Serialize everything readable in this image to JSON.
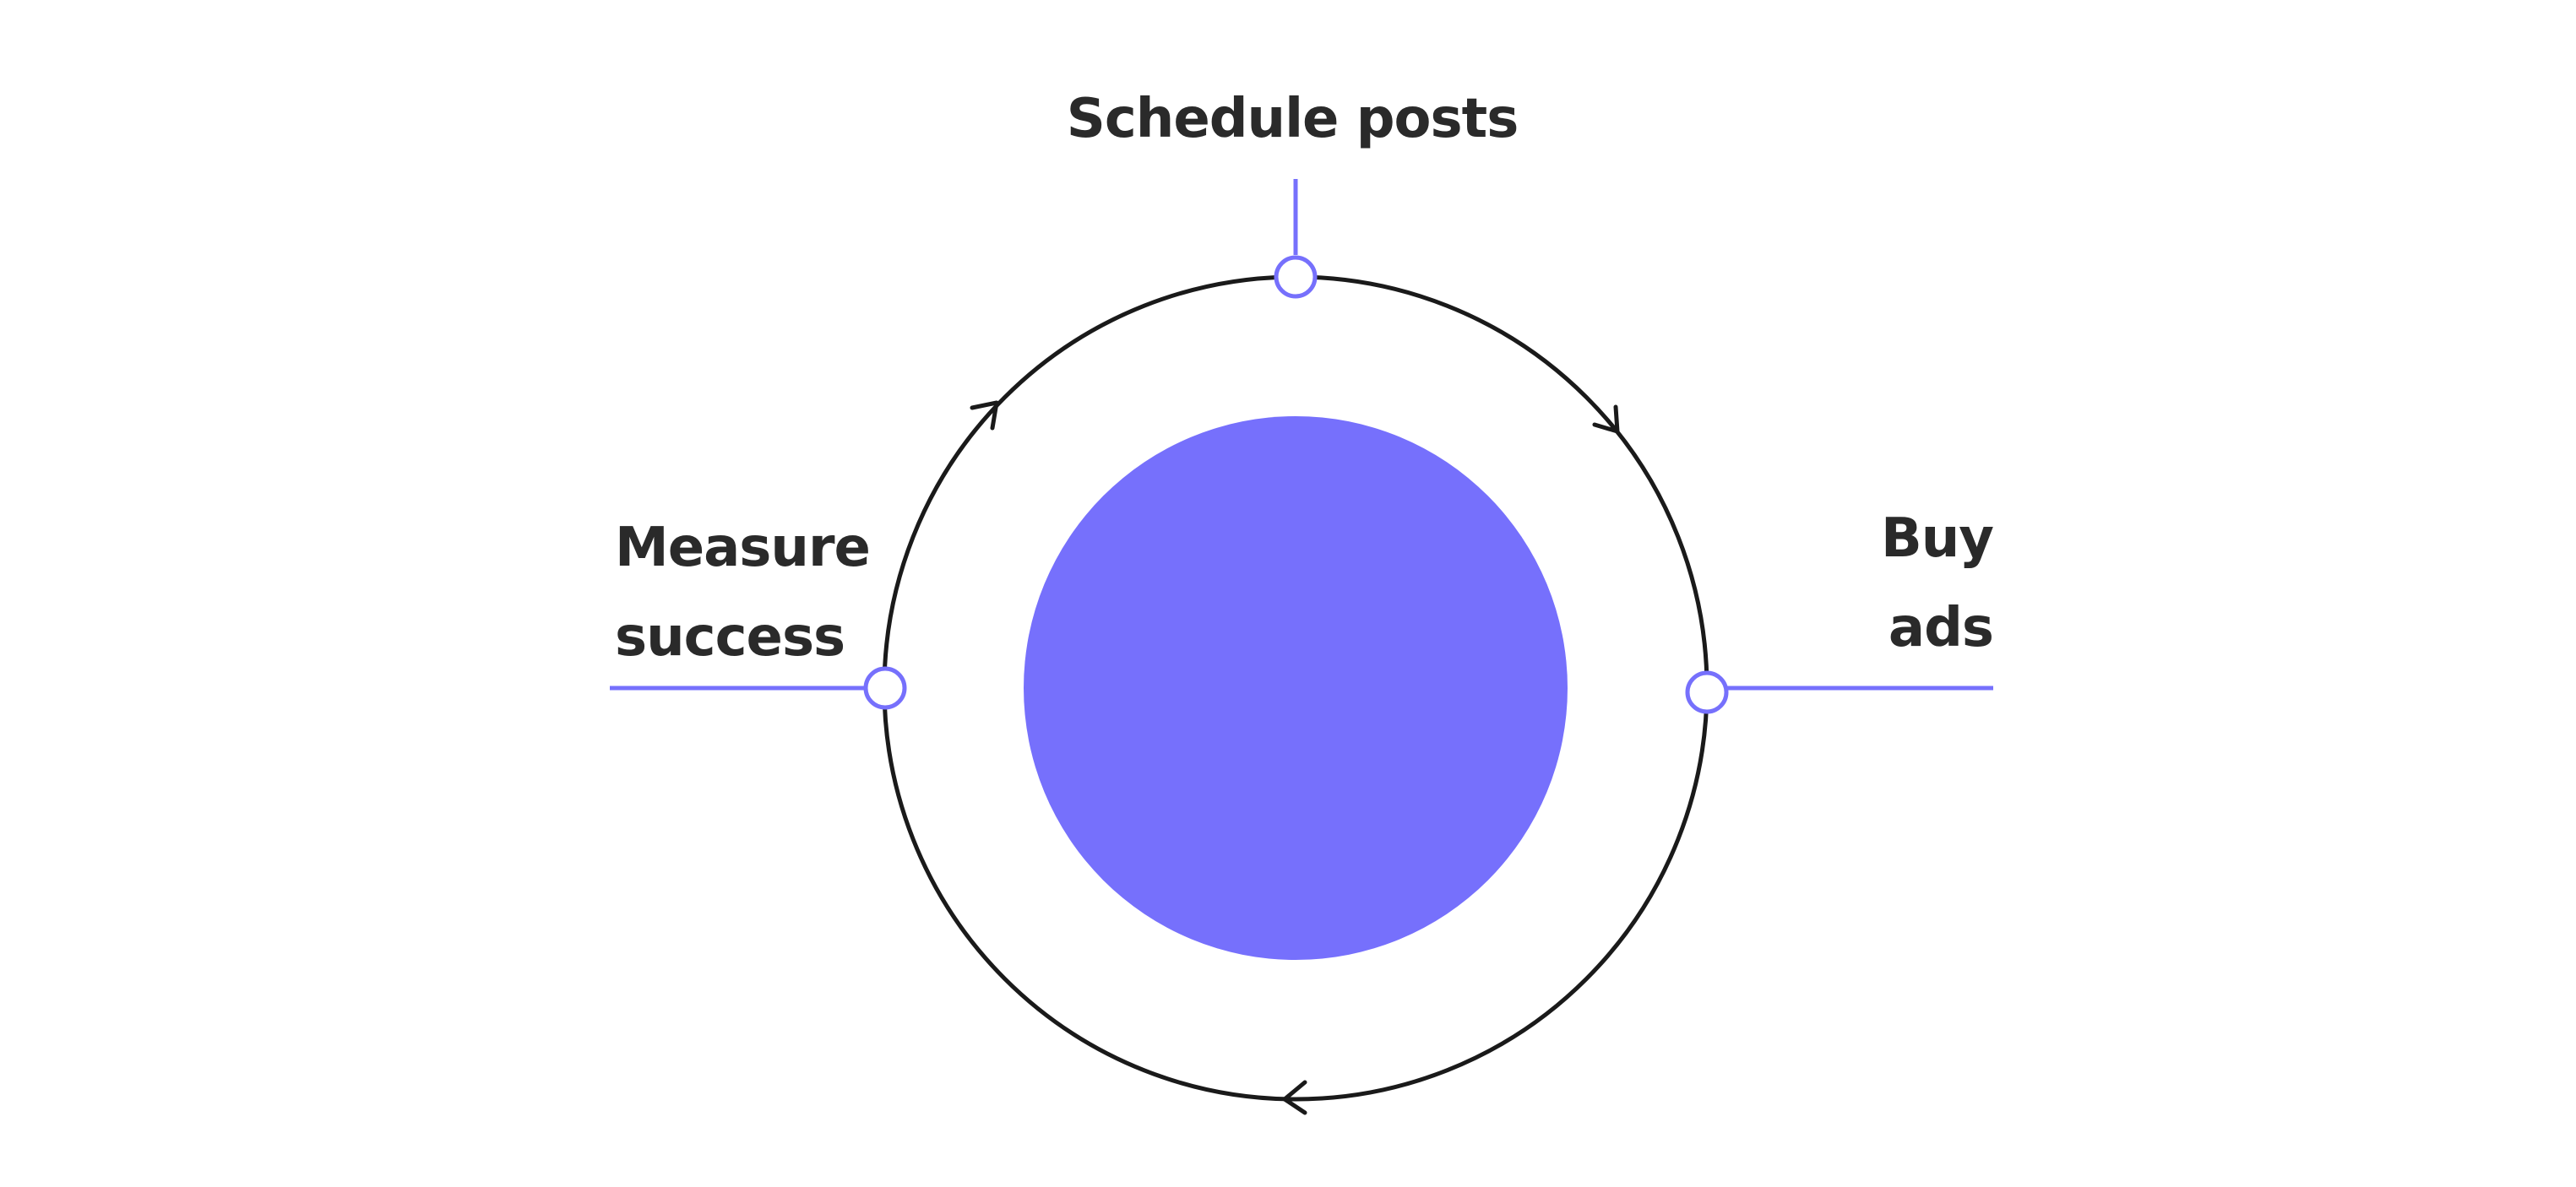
{
  "diagram": {
    "nodes": [
      {
        "id": "top",
        "lines": [
          "Schedule posts"
        ]
      },
      {
        "id": "left",
        "lines": [
          "Measure",
          "success"
        ]
      },
      {
        "id": "right",
        "lines": [
          "Buy",
          "ads"
        ]
      }
    ],
    "colors": {
      "accent": "#7670fc",
      "ring": "#1a1a1a",
      "text": "#2a2a2a",
      "background": "#ffffff"
    }
  }
}
